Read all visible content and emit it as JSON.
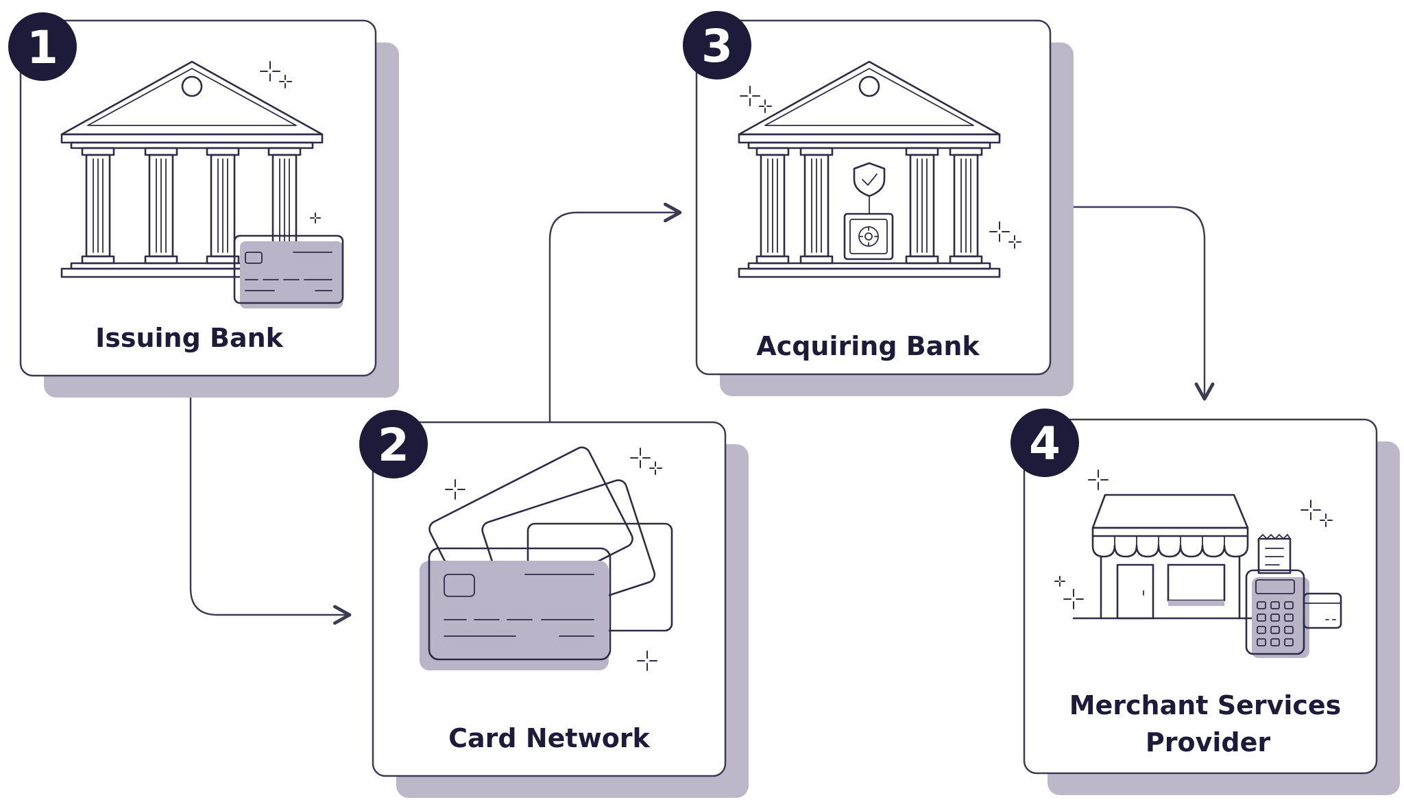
{
  "diagram": {
    "steps": [
      {
        "number": "1",
        "title_lines": [
          "Issuing Bank"
        ],
        "icon": "bank-with-card-icon"
      },
      {
        "number": "2",
        "title_lines": [
          "Card Network"
        ],
        "icon": "credit-cards-stack-icon"
      },
      {
        "number": "3",
        "title_lines": [
          "Acquiring Bank"
        ],
        "icon": "bank-with-vault-icon"
      },
      {
        "number": "4",
        "title_lines": [
          "Merchant Services",
          "Provider"
        ],
        "icon": "storefront-with-pos-terminal-icon"
      }
    ],
    "flow": [
      {
        "from": "1",
        "to": "2"
      },
      {
        "from": "2",
        "to": "3"
      },
      {
        "from": "3",
        "to": "4"
      }
    ],
    "colors": {
      "badge": "#1e1b3a",
      "ink": "#2d2b45",
      "card_border": "#3b3a52",
      "card_shadow": "#bdb8c9",
      "background": "#ffffff"
    }
  }
}
